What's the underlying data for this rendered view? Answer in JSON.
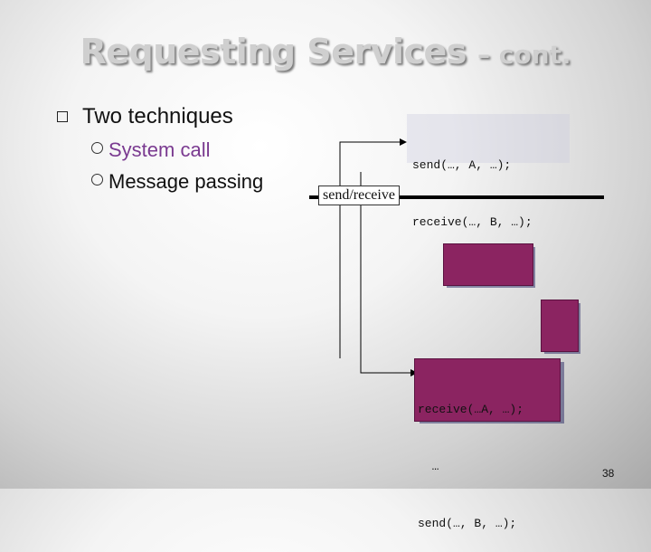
{
  "slide": {
    "title_main": "Requesting Services",
    "title_sub": "– cont.",
    "bullet": "Two techniques",
    "sub_items": [
      "System call",
      "Message passing"
    ],
    "code_top": [
      "send(…, A, …);",
      "receive(…, B, …);"
    ],
    "sr_label": "send/receive",
    "code_bottom": [
      "receive(…A, …);",
      "  …",
      "send(…, B, …);"
    ],
    "page_number": "38"
  },
  "colors": {
    "process_box": "#8b2461",
    "highlight_text": "#7a3a90"
  }
}
